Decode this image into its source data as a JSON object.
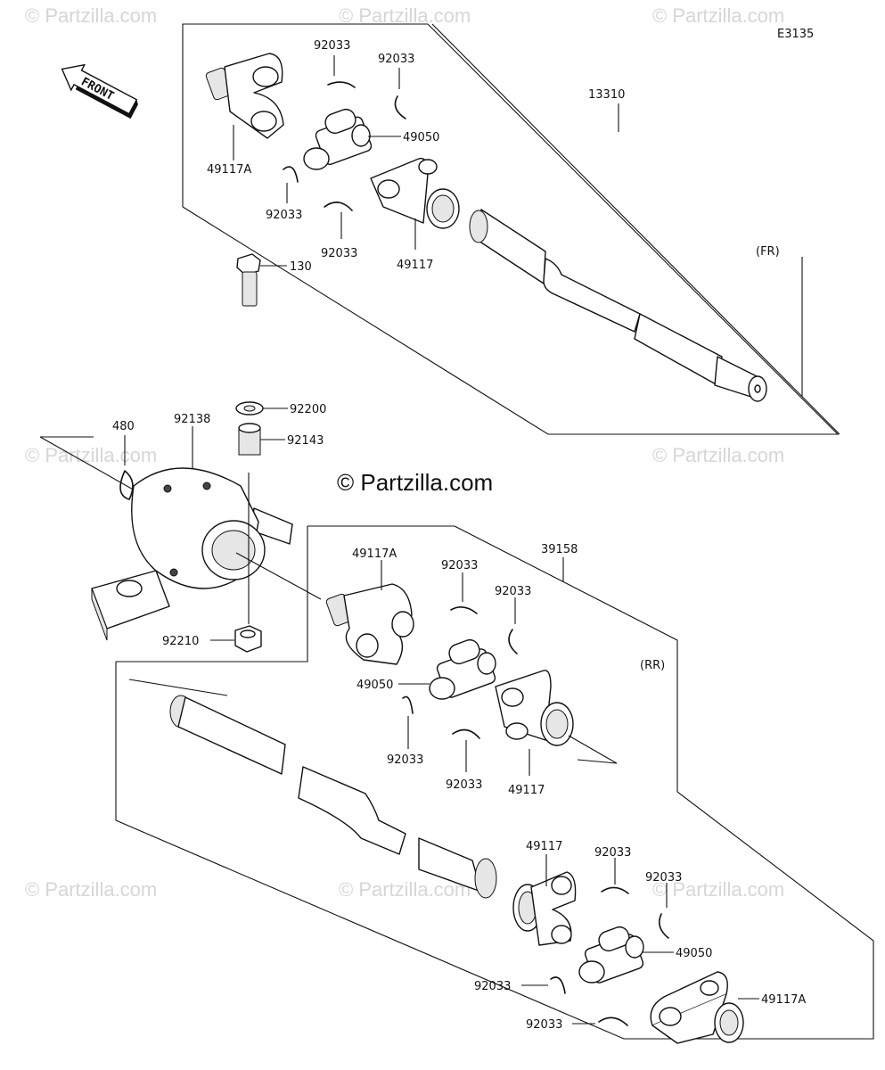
{
  "diagram_code": "E3135",
  "front_label": "FRONT",
  "section_front_tag": "(FR)",
  "section_rear_tag": "(RR)",
  "copyright_main": "© Partzilla.com",
  "watermark_text": "© Partzilla.com",
  "callouts": {
    "fr_yoke_a": "49117A",
    "fr_clip_1": "92033",
    "fr_clip_2": "92033",
    "fr_cross": "49050",
    "fr_clip_3": "92033",
    "fr_clip_4": "92033",
    "fr_yoke": "49117",
    "fr_shaft": "13310",
    "bolt": "130",
    "washer": "92200",
    "collar": "92143",
    "circlip": "480",
    "bearing": "92138",
    "nut": "92210",
    "rr_shaft": "39158",
    "rr_yoke_a1": "49117A",
    "rr_clip_1": "92033",
    "rr_clip_2": "92033",
    "rr_cross_1": "49050",
    "rr_clip_3": "92033",
    "rr_clip_4": "92033",
    "rr_yoke_1": "49117",
    "rr_yoke_2": "49117",
    "rr_clip_5": "92033",
    "rr_clip_6": "92033",
    "rr_cross_2": "49050",
    "rr_clip_7": "92033",
    "rr_clip_8": "92033",
    "rr_yoke_a2": "49117A"
  }
}
